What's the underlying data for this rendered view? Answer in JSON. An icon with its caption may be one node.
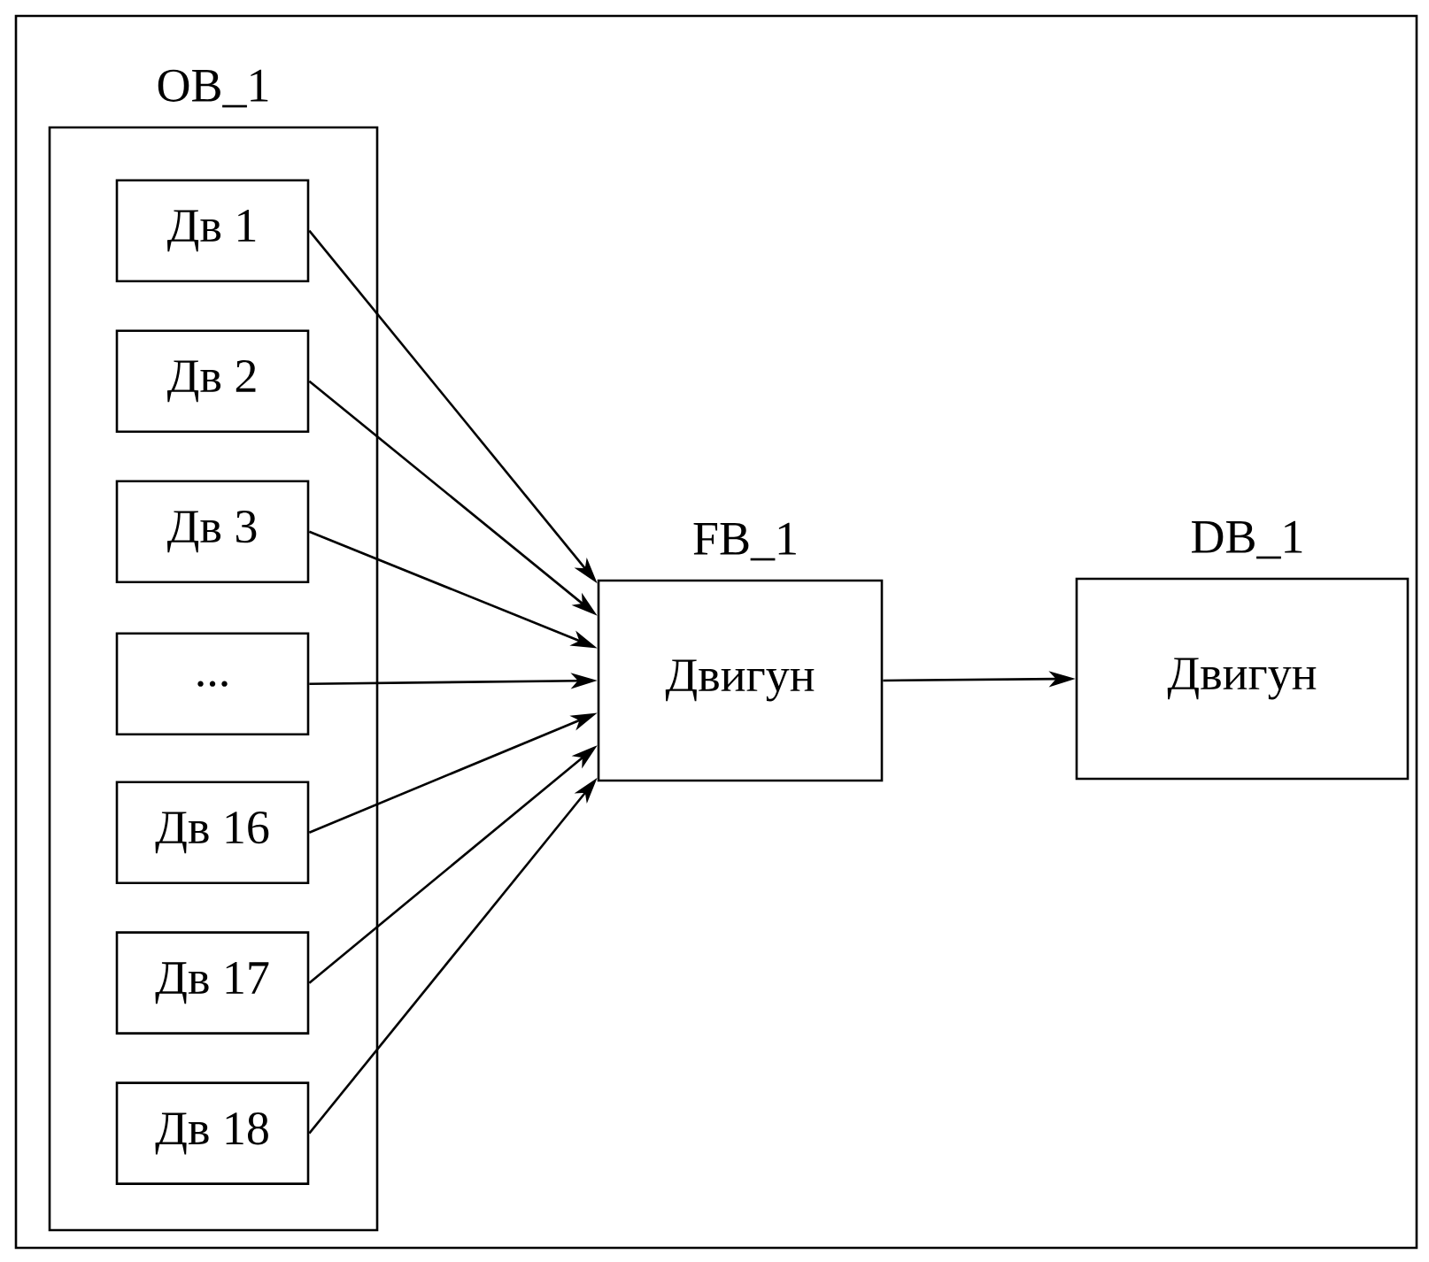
{
  "diagram": {
    "nodes": [
      {
        "text": [
          "OB_1"
        ]
      },
      {
        "text": [
          "Дв 1"
        ],
        "in": 0
      },
      {
        "text": [
          "Дв 2"
        ],
        "in": 0
      },
      {
        "text": [
          "Дв 3"
        ],
        "in": 0
      },
      {
        "text": [
          "..."
        ],
        "in": 0
      },
      {
        "text": [
          "Дв 16"
        ],
        "in": 0
      },
      {
        "text": [
          "Дв 17"
        ],
        "in": 0
      },
      {
        "text": [
          "Дв 18"
        ],
        "in": 0
      },
      {
        "text": [
          "FB_1",
          "Двигун"
        ]
      },
      {
        "text": [
          "DB_1",
          "Двигун"
        ]
      }
    ],
    "edges": [
      {
        "from": 1,
        "to": 8,
        "arrow": "to"
      },
      {
        "from": 2,
        "to": 8,
        "arrow": "to"
      },
      {
        "from": 3,
        "to": 8,
        "arrow": "to"
      },
      {
        "from": 4,
        "to": 8,
        "arrow": "to"
      },
      {
        "from": 5,
        "to": 8,
        "arrow": "to"
      },
      {
        "from": 6,
        "to": 8,
        "arrow": "to"
      },
      {
        "from": 7,
        "to": 8,
        "arrow": "to"
      },
      {
        "from": 8,
        "to": 9,
        "arrow": "to"
      }
    ]
  }
}
